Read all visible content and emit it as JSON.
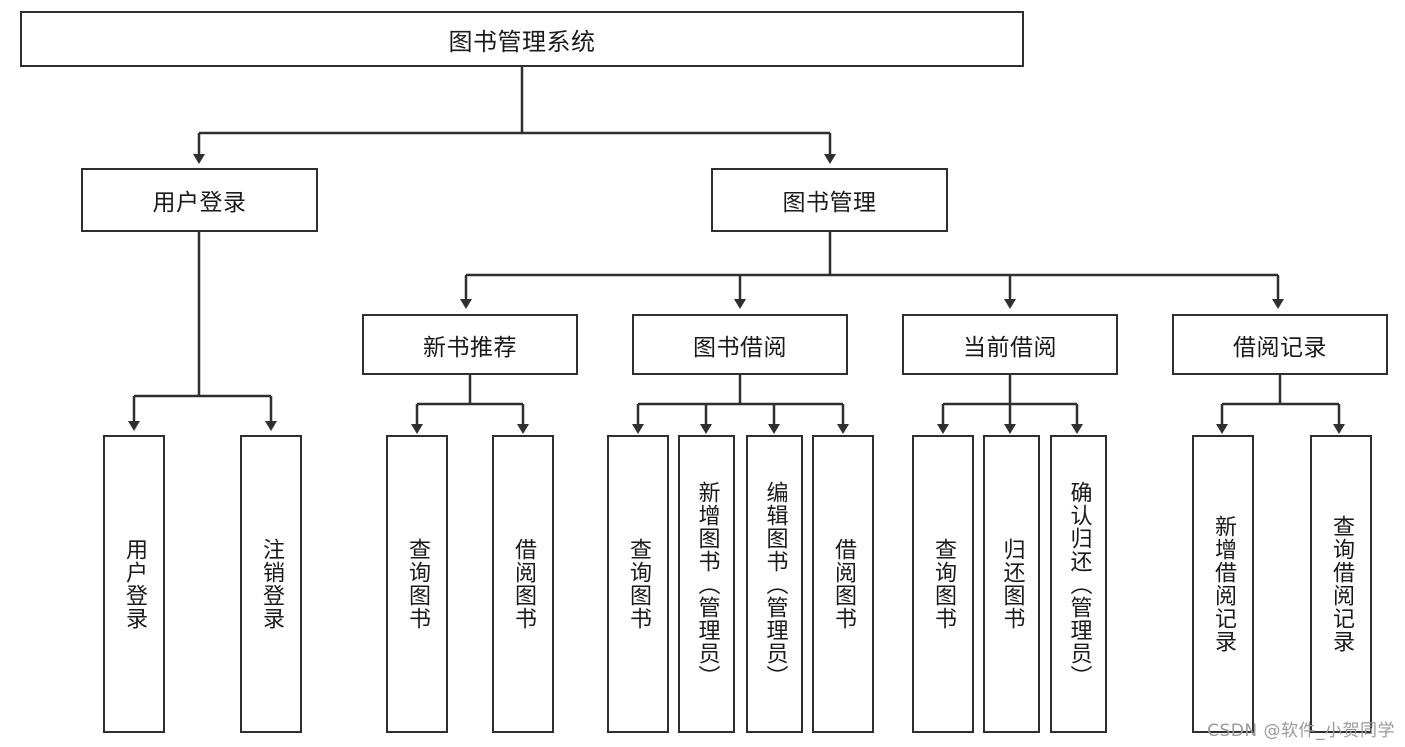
{
  "diagram": {
    "type": "tree-hierarchy-diagram",
    "title": "图书管理系统",
    "line_color": "#2f2f2f",
    "box_fill": "#ffffff",
    "text_color": "#1a1a1a",
    "watermark": "CSDN @软件_小贺同学"
  },
  "root": {
    "label": "图书管理系统"
  },
  "level2": [
    {
      "label": "用户登录"
    },
    {
      "label": "图书管理"
    }
  ],
  "level3": [
    {
      "label": "新书推荐"
    },
    {
      "label": "图书借阅"
    },
    {
      "label": "当前借阅"
    },
    {
      "label": "借阅记录"
    }
  ],
  "leaves": {
    "user_login": [
      {
        "label": "用户登录"
      },
      {
        "label": "注销登录"
      }
    ],
    "new_book_recommend": [
      {
        "label": "查询图书"
      },
      {
        "label": "借阅图书"
      }
    ],
    "book_borrow": [
      {
        "label": "查询图书"
      },
      {
        "label": "新增图书（管理员）"
      },
      {
        "label": "编辑图书（管理员）"
      },
      {
        "label": "借阅图书"
      }
    ],
    "current_borrow": [
      {
        "label": "查询图书"
      },
      {
        "label": "归还图书"
      },
      {
        "label": "确认归还（管理员）"
      }
    ],
    "borrow_record": [
      {
        "label": "新增借阅记录"
      },
      {
        "label": "查询借阅记录"
      }
    ]
  }
}
